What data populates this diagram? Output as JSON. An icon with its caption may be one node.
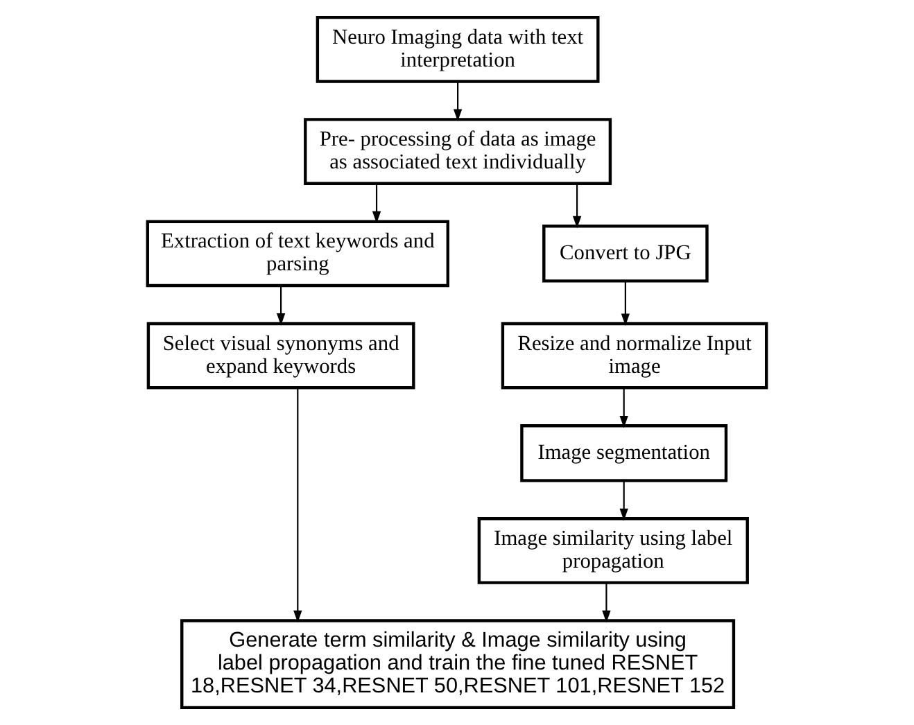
{
  "diagram": {
    "nodes": [
      {
        "text": [
          "Neuro Imaging data with text interpretation"
        ]
      },
      {
        "text": [
          "Pre- processing of data as image as associated text individually"
        ]
      },
      {
        "text": [
          "Extraction of text keywords and parsing"
        ]
      },
      {
        "text": [
          "Convert to JPG"
        ]
      },
      {
        "text": [
          "Select visual synonyms and expand keywords"
        ]
      },
      {
        "text": [
          "Resize and normalize Input image"
        ]
      },
      {
        "text": [
          "Image segmentation"
        ]
      },
      {
        "text": [
          "Image similarity using label propagation"
        ]
      },
      {
        "text": [
          "Generate term similarity & Image similarity using label propagation and train the fine tuned RESNET 18,RESNET 34,RESNET 50,RESNET 101,RESNET 152"
        ]
      }
    ],
    "edges": [
      {
        "from": 0,
        "to": 1,
        "arrow": "to"
      },
      {
        "from": 1,
        "to": 2,
        "arrow": "to"
      },
      {
        "from": 1,
        "to": 3,
        "arrow": "to"
      },
      {
        "from": 2,
        "to": 4,
        "arrow": "to"
      },
      {
        "from": 3,
        "to": 5,
        "arrow": "to"
      },
      {
        "from": 5,
        "to": 6,
        "arrow": "to"
      },
      {
        "from": 6,
        "to": 7,
        "arrow": "to"
      },
      {
        "from": 4,
        "to": 8,
        "arrow": "to"
      },
      {
        "from": 7,
        "to": 8,
        "arrow": "to"
      }
    ]
  }
}
